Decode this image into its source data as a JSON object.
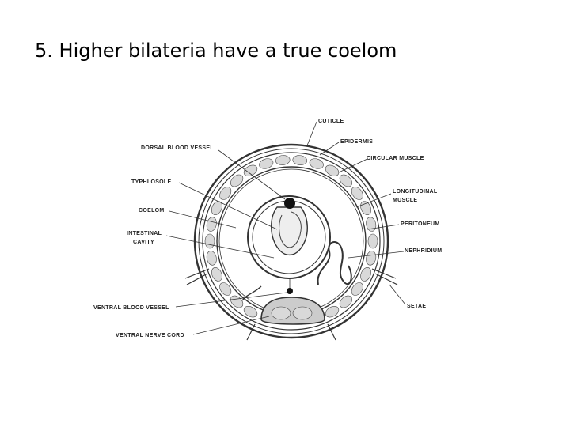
{
  "slide": {
    "title": "5.  Higher bilateria have a true coelom"
  },
  "diagram": {
    "labels": {
      "cuticle": "CUTICLE",
      "epidermis": "EPIDERMIS",
      "circular_muscle": "CIRCULAR MUSCLE",
      "longitudinal_muscle_1": "LONGITUDINAL",
      "longitudinal_muscle_2": "MUSCLE",
      "peritoneum": "PERITONEUM",
      "nephridium": "NEPHRIDIUM",
      "setae": "SETAE",
      "dorsal_blood_vessel": "DORSAL BLOOD VESSEL",
      "typhlosole": "TYPHLOSOLE",
      "coelom": "COELOM",
      "intestinal_cavity_1": "INTESTINAL",
      "intestinal_cavity_2": "CAVITY",
      "ventral_blood_vessel": "VENTRAL BLOOD VESSEL",
      "ventral_nerve_cord": "VENTRAL NERVE CORD"
    },
    "colors": {
      "ink": "#333333",
      "tissue": "#d9d9d9",
      "vessel": "#111111"
    }
  }
}
